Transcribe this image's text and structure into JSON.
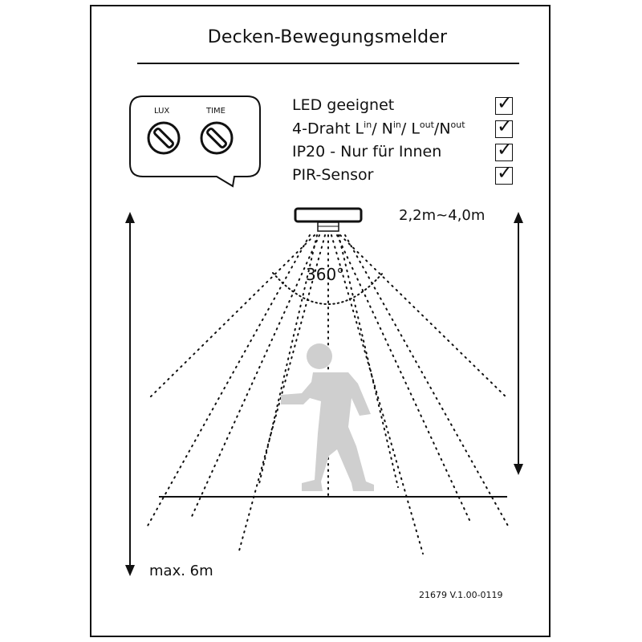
{
  "title": "Decken-Bewegungsmelder",
  "features": [
    {
      "text": "LED geeignet"
    },
    {
      "text_prefix": "4-Draht L",
      "sup1": "in",
      "sep1": "/ N",
      "sup2": "in",
      "sep2": "/ L",
      "sup3": "out",
      "sep3": "/N",
      "sup4": "out"
    },
    {
      "text": "IP20 - Nur für Innen"
    },
    {
      "text": "PIR-Sensor"
    }
  ],
  "check_mark": "✓",
  "controls": {
    "lux_label": "LUX",
    "time_label": "TIME"
  },
  "diagram": {
    "angle_label": "360°",
    "height_range_label": "2,2m~4,0m",
    "max_range_label": "max. 6m",
    "person_color": "#cfcfcf"
  },
  "version": "21679 V.1.00-0119"
}
